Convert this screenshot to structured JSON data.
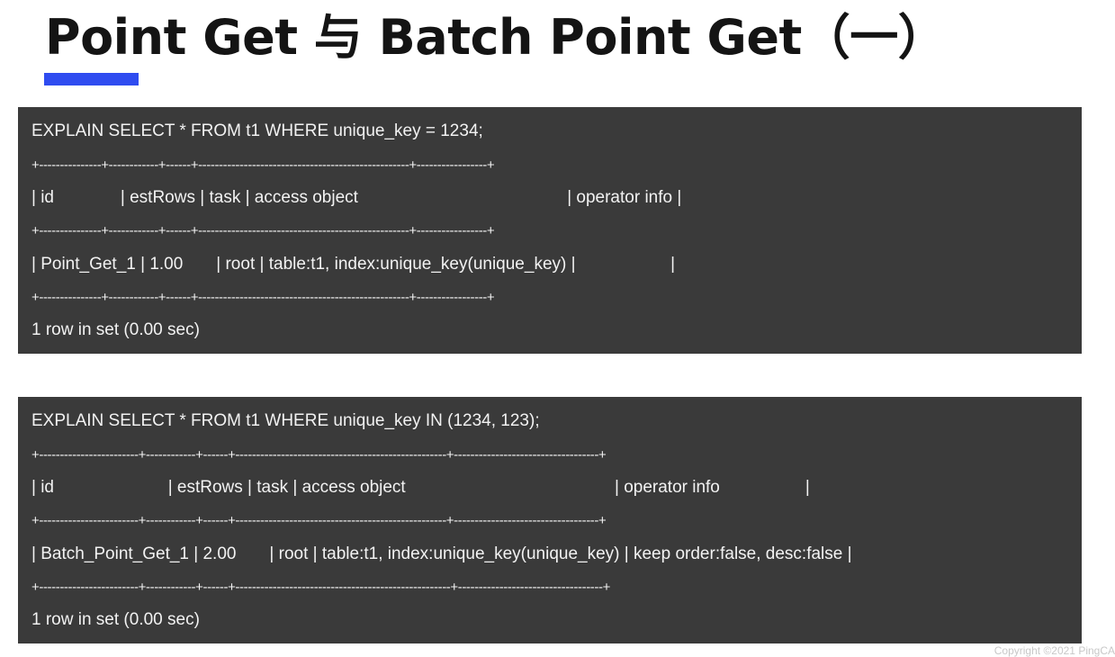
{
  "slide": {
    "title": "Point Get 与 Batch Point Get（一）"
  },
  "blocks": [
    {
      "query": "EXPLAIN SELECT * FROM t1 WHERE unique_key = 1234;",
      "border_top": "+---------------+------------+------+---------------------------------------------------+-----------------+",
      "header": "| id              | estRows | task | access object                                            | operator info |",
      "border_mid": "+---------------+------------+------+---------------------------------------------------+-----------------+",
      "row": "| Point_Get_1 | 1.00       | root | table:t1, index:unique_key(unique_key) |                    |",
      "border_bottom": "+---------------+------------+------+---------------------------------------------------+-----------------+",
      "footer": "1 row in set (0.00 sec)"
    },
    {
      "query": "EXPLAIN SELECT * FROM t1 WHERE unique_key IN (1234, 123);",
      "border_top": "+------------------------+------------+------+---------------------------------------------------+-----------------------------------+",
      "header": "| id                        | estRows | task | access object                                            | operator info                  |",
      "border_mid": "+------------------------+------------+------+---------------------------------------------------+-----------------------------------+",
      "row": "| Batch_Point_Get_1 | 2.00       | root | table:t1, index:unique_key(unique_key) | keep order:false, desc:false |",
      "border_bottom": "+------------------------+------------+------+----------------------------------------------------+-----------------------------------+",
      "footer": "1 row in set (0.00 sec)"
    }
  ],
  "footer": {
    "copyright": "Copyright ©2021 PingCA"
  },
  "colors": {
    "accent": "#2f4cf0",
    "terminal_bg": "#3a3a3a",
    "terminal_text": "#f2f2f2",
    "title_text": "#141414"
  }
}
